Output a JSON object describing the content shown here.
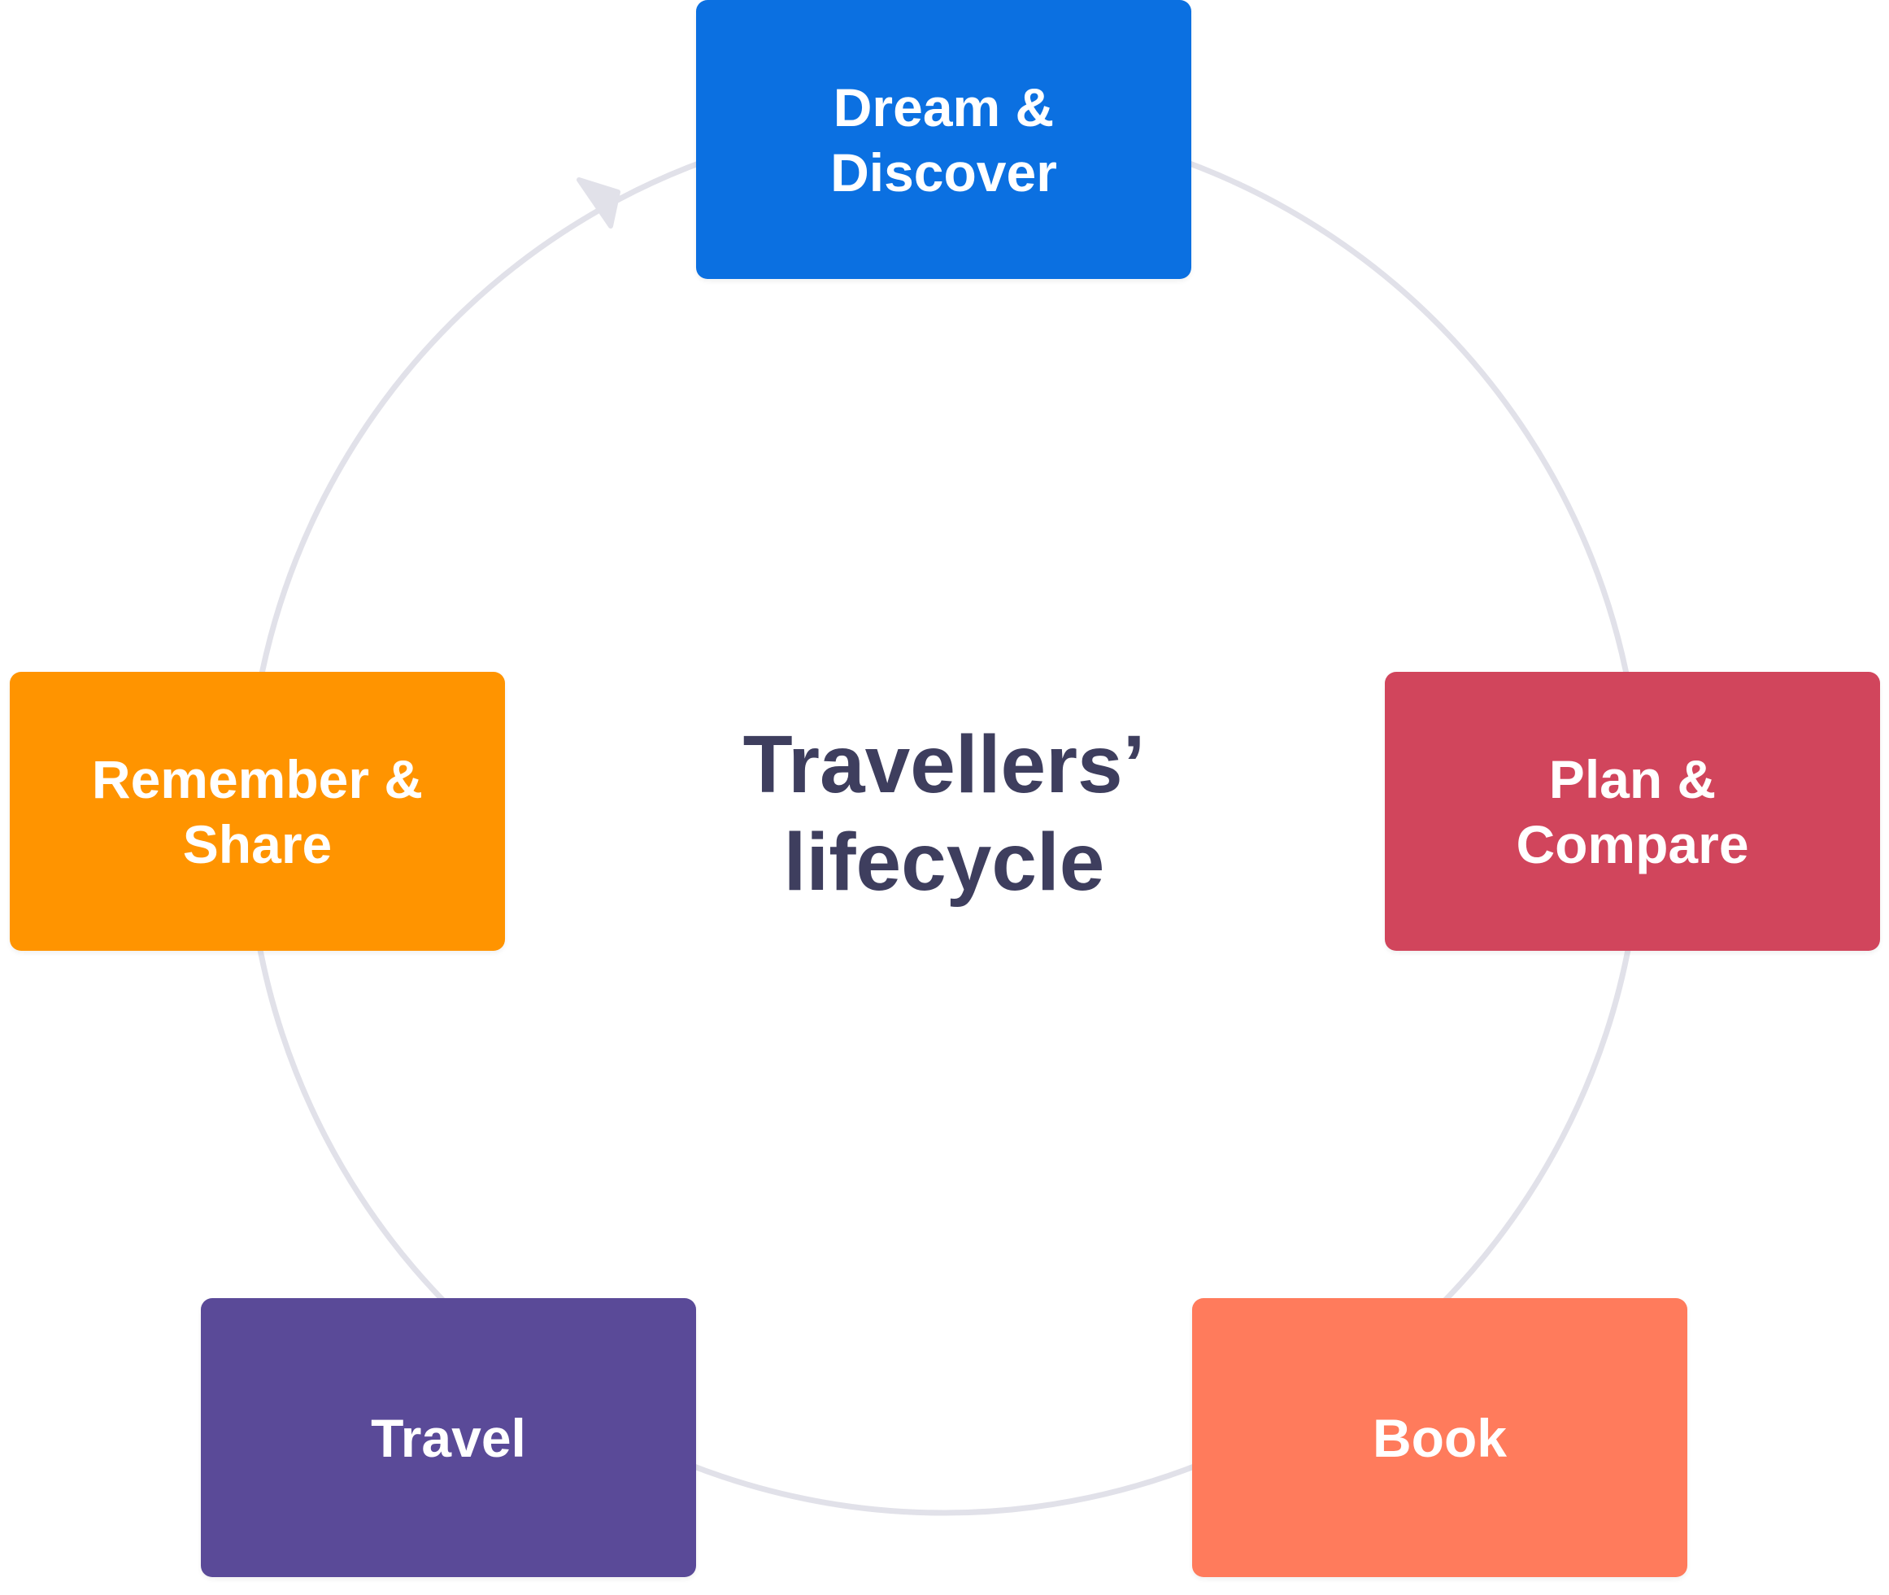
{
  "diagram": {
    "center_title": "Travellers’\nlifecycle",
    "ring_color": "#e1e1e9",
    "stages": [
      {
        "label": "Dream &\nDiscover",
        "color": "#0b70e1"
      },
      {
        "label": "Plan &\nCompare",
        "color": "#d1455c"
      },
      {
        "label": "Book",
        "color": "#ff7b5c"
      },
      {
        "label": "Travel",
        "color": "#5a4a98"
      },
      {
        "label": "Remember &\nShare",
        "color": "#ff9400"
      }
    ]
  }
}
